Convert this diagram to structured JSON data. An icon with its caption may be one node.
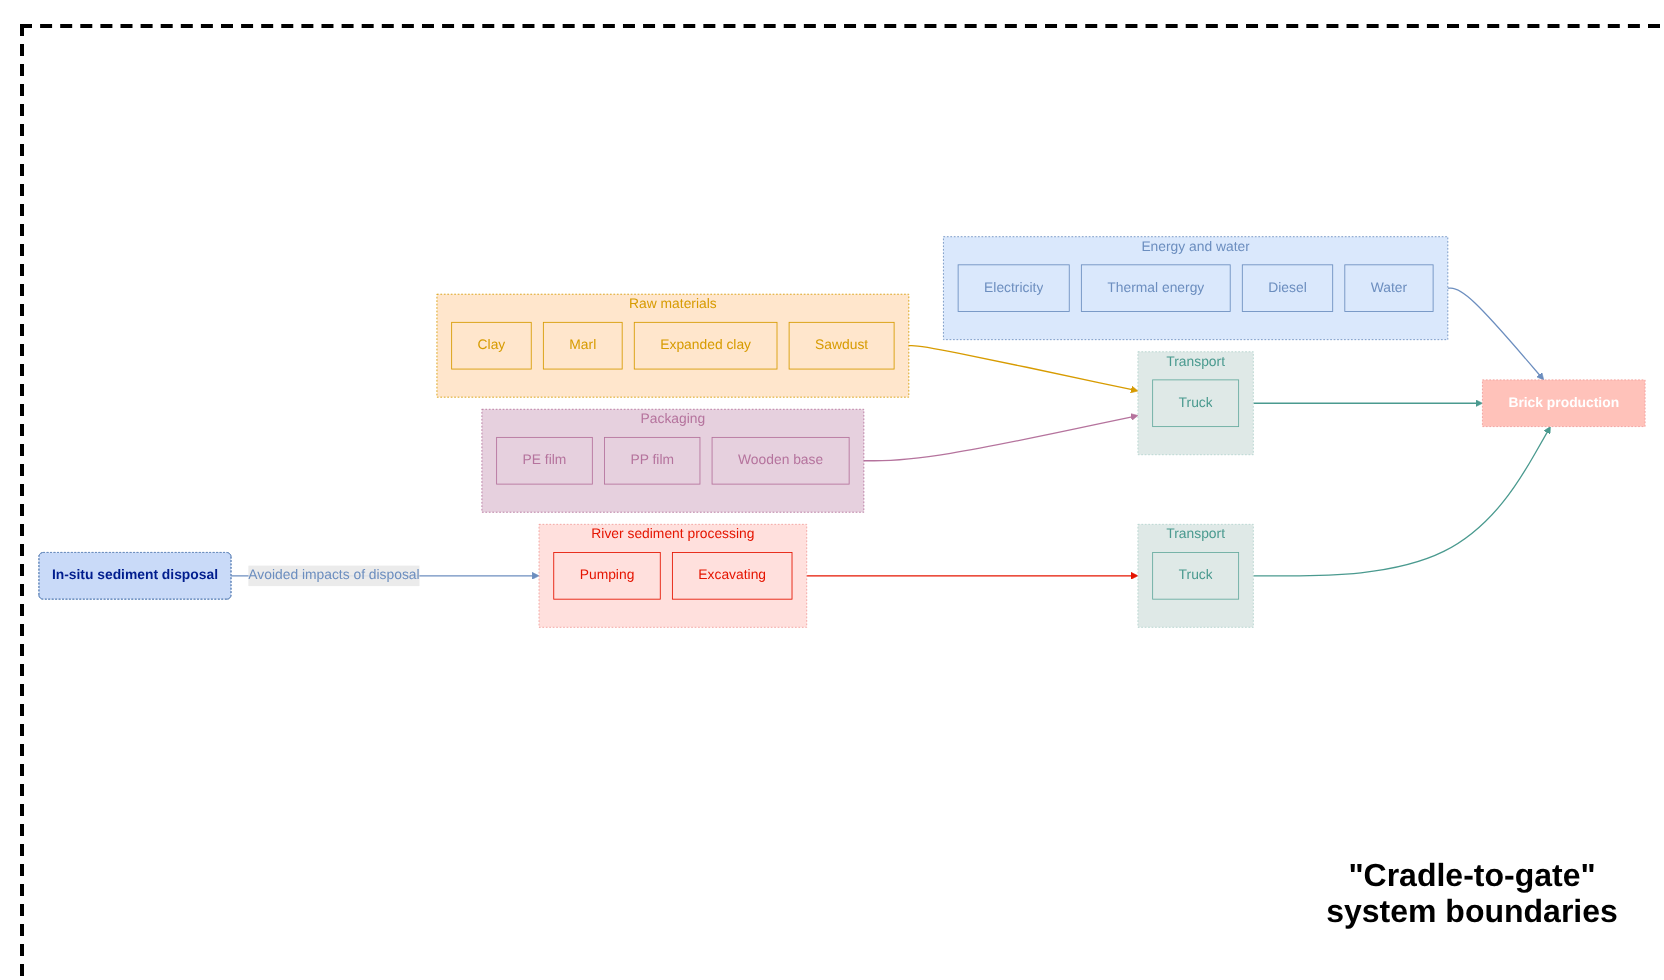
{
  "diagram": {
    "nodes": [
      {
        "text": [
          "Raw materials"
        ]
      },
      {
        "text": [
          "Clay"
        ],
        "in": 0
      },
      {
        "text": [
          "Marl"
        ],
        "in": 0
      },
      {
        "text": [
          "Expanded clay"
        ],
        "in": 0
      },
      {
        "text": [
          "Sawdust"
        ],
        "in": 0
      },
      {
        "text": [
          "Packaging"
        ]
      },
      {
        "text": [
          "PE film"
        ],
        "in": 5
      },
      {
        "text": [
          "PP film"
        ],
        "in": 5
      },
      {
        "text": [
          "Wooden base"
        ],
        "in": 5
      },
      {
        "text": [
          "Energy and water"
        ]
      },
      {
        "text": [
          "Electricity"
        ],
        "in": 9
      },
      {
        "text": [
          "Thermal energy"
        ],
        "in": 9
      },
      {
        "text": [
          "Diesel"
        ],
        "in": 9
      },
      {
        "text": [
          "Water"
        ],
        "in": 9
      },
      {
        "text": [
          "Transport"
        ]
      },
      {
        "text": [
          "Truck"
        ],
        "in": 14
      },
      {
        "text": [
          "Brick production"
        ]
      },
      {
        "text": [
          "Transport"
        ]
      },
      {
        "text": [
          "Truck"
        ],
        "in": 17
      },
      {
        "text": [
          "River sediment processing"
        ]
      },
      {
        "text": [
          "Pumping"
        ],
        "in": 19
      },
      {
        "text": [
          "Excavating"
        ],
        "in": 19
      },
      {
        "text": [
          "In-situ sediment disposal"
        ]
      }
    ],
    "edges": [
      {
        "from": 0,
        "to": 14,
        "arrow": "to",
        "color": "#d79b00"
      },
      {
        "from": 5,
        "to": 14,
        "arrow": "to",
        "color": "#b5739d"
      },
      {
        "from": 9,
        "to": 16,
        "arrow": "to",
        "color": "#6c8ebf"
      },
      {
        "from": 14,
        "to": 16,
        "arrow": "to",
        "color": "#4a9a8f"
      },
      {
        "from": 17,
        "to": 16,
        "arrow": "to",
        "color": "#4a9a8f"
      },
      {
        "from": 19,
        "to": 17,
        "arrow": "to",
        "color": "#e51400"
      },
      {
        "from": 22,
        "to": 19,
        "label": "Avoided impacts of disposal",
        "arrow": "to",
        "color": "#6c8ebf"
      }
    ],
    "labels": [
      "\"Cradle-to-gate\" system boundaries"
    ]
  }
}
